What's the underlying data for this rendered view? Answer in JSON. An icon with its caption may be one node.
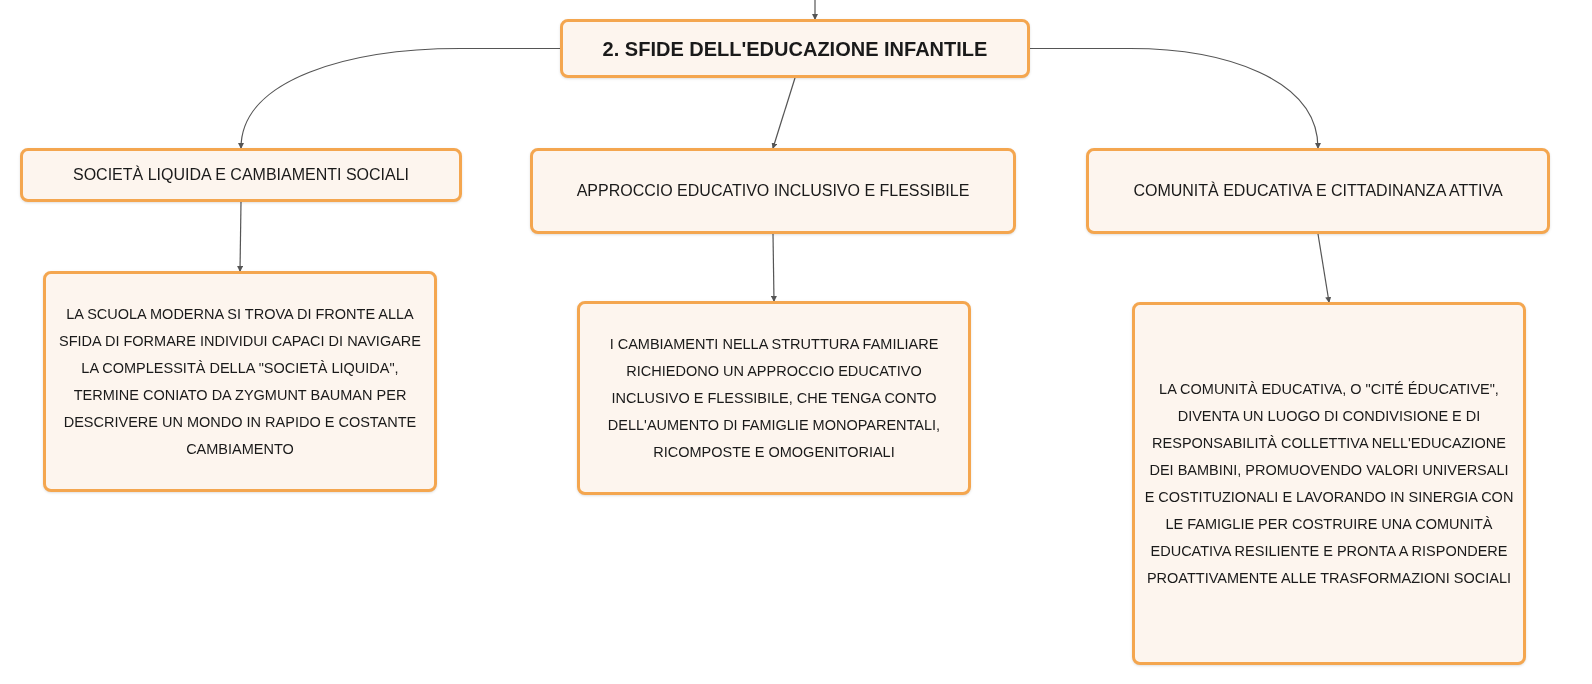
{
  "diagram": {
    "nodes": [
      {
        "text": [
          "2. SFIDE DELL'EDUCAZIONE INFANTILE"
        ]
      },
      {
        "text": [
          "SOCIETÀ LIQUIDA E CAMBIAMENTI SOCIALI"
        ]
      },
      {
        "text": [
          "APPROCCIO EDUCATIVO INCLUSIVO E FLESSIBILE"
        ]
      },
      {
        "text": [
          "COMUNITÀ EDUCATIVA E CITTADINANZA ATTIVA"
        ]
      },
      {
        "text": [
          "LA SCUOLA MODERNA SI TROVA DI FRONTE ALLA SFIDA DI FORMARE INDIVIDUI CAPACI DI NAVIGARE LA COMPLESSITÀ DELLA \"SOCIETÀ LIQUIDA\", TERMINE CONIATO DA ZYGMUNT BAUMAN PER DESCRIVERE UN MONDO IN RAPIDO E COSTANTE CAMBIAMENTO"
        ]
      },
      {
        "text": [
          "I CAMBIAMENTI NELLA STRUTTURA FAMILIARE RICHIEDONO UN APPROCCIO EDUCATIVO INCLUSIVO E FLESSIBILE, CHE TENGA CONTO DELL'AUMENTO DI FAMIGLIE MONOPARENTALI, RICOMPOSTE E OMOGENITORIALI"
        ]
      },
      {
        "text": [
          "LA COMUNITÀ EDUCATIVA, O \"CITÉ ÉDUCATIVE\", DIVENTA UN LUOGO DI CONDIVISIONE E DI RESPONSABILITÀ COLLETTIVA NELL'EDUCAZIONE DEI BAMBINI, PROMUOVENDO VALORI UNIVERSALI E COSTITUZIONALI E LAVORANDO IN SINERGIA CON LE FAMIGLIE PER COSTRUIRE UNA COMUNITÀ EDUCATIVA RESILIENTE E PRONTA A RISPONDERE PROATTIVAMENTE ALLE TRASFORMAZIONI SOCIALI"
        ]
      }
    ],
    "edges": [
      {
        "from": null,
        "to": 0,
        "arrow": "to"
      },
      {
        "from": 0,
        "to": 1,
        "arrow": "to"
      },
      {
        "from": 0,
        "to": 2,
        "arrow": "to"
      },
      {
        "from": 0,
        "to": 3,
        "arrow": "to"
      },
      {
        "from": 1,
        "to": 4,
        "arrow": "to"
      },
      {
        "from": 2,
        "to": 5,
        "arrow": "to"
      },
      {
        "from": 3,
        "to": 6,
        "arrow": "to"
      }
    ]
  }
}
